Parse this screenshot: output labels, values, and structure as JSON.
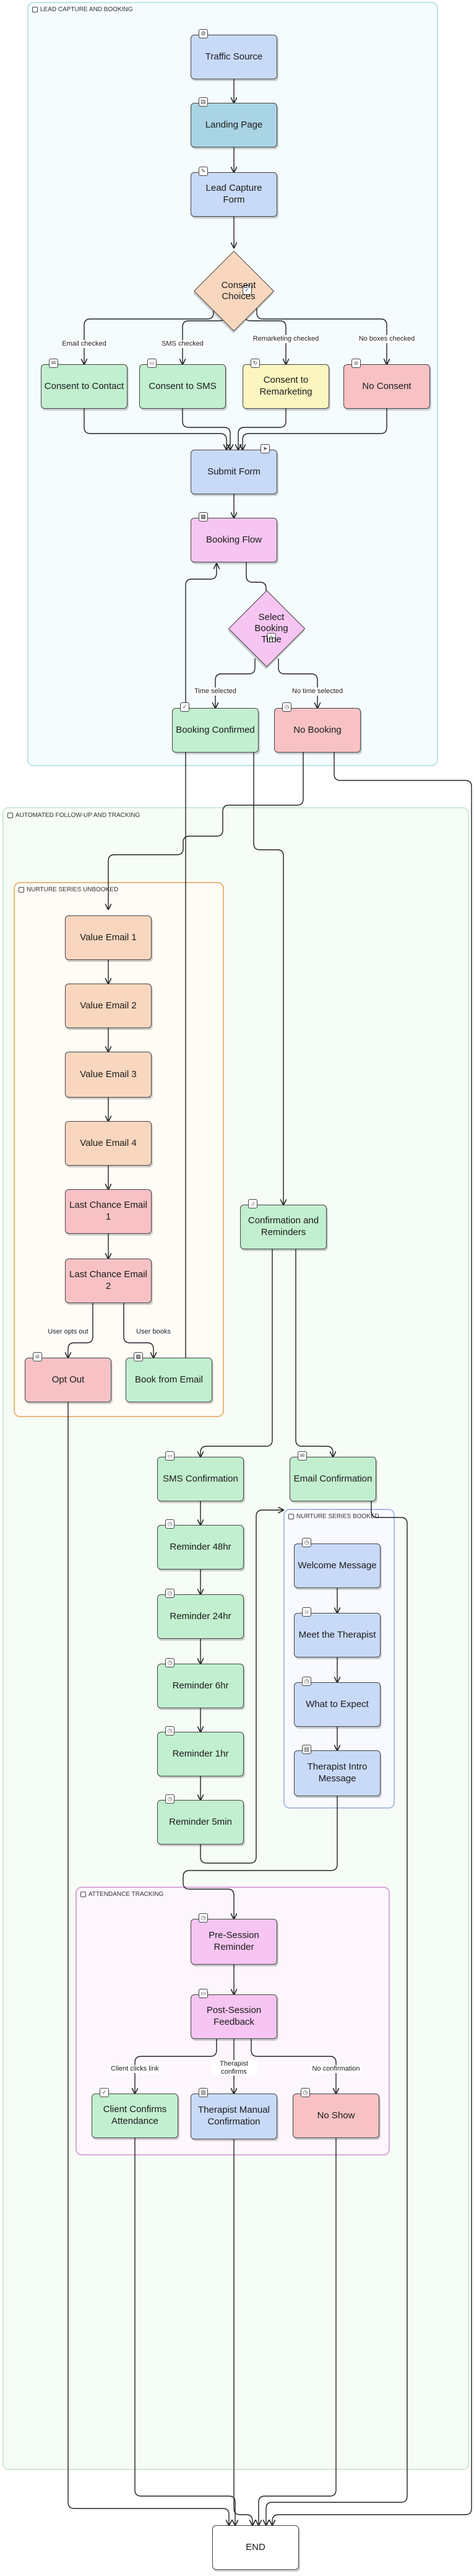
{
  "groups": {
    "lead_capture": "LEAD CAPTURE AND BOOKING",
    "automated": "AUTOMATED FOLLOW-UP AND TRACKING",
    "unbooked": "NURTURE SERIES UNBOOKED",
    "booked": "NURTURE SERIES BOOKED",
    "attendance": "ATTENDANCE TRACKING"
  },
  "nodes": {
    "traffic_source": "Traffic Source",
    "landing_page": "Landing Page",
    "lead_capture_form": "Lead Capture Form",
    "consent_choices": "Consent Choices",
    "consent_contact": "Consent to Contact",
    "consent_sms": "Consent to SMS",
    "consent_remarketing": "Consent to Remarketing",
    "no_consent": "No Consent",
    "submit_form": "Submit Form",
    "booking_flow": "Booking Flow",
    "select_booking_time": "Select Booking Time",
    "booking_confirmed": "Booking Confirmed",
    "no_booking": "No Booking",
    "value_email_1": "Value Email 1",
    "value_email_2": "Value Email 2",
    "value_email_3": "Value Email 3",
    "value_email_4": "Value Email 4",
    "last_chance_1": "Last Chance Email 1",
    "last_chance_2": "Last Chance Email 2",
    "opt_out": "Opt Out",
    "book_from_email": "Book from Email",
    "confirmation_reminders": "Confirmation and Reminders",
    "sms_confirmation": "SMS Confirmation",
    "email_confirmation": "Email Confirmation",
    "reminder_48": "Reminder 48hr",
    "reminder_24": "Reminder 24hr",
    "reminder_6": "Reminder 6hr",
    "reminder_1": "Reminder 1hr",
    "reminder_5min": "Reminder 5min",
    "welcome_message": "Welcome Message",
    "meet_therapist": "Meet the Therapist",
    "what_to_expect": "What to Expect",
    "therapist_intro": "Therapist Intro Message",
    "pre_session": "Pre-Session Reminder",
    "post_session": "Post-Session Feedback",
    "client_confirms": "Client Confirms Attendance",
    "therapist_manual": "Therapist Manual Confirmation",
    "no_show": "No Show",
    "end": "END"
  },
  "edge_labels": {
    "email_checked": "Email checked",
    "sms_checked": "SMS checked",
    "remarketing_checked": "Remarketing checked",
    "no_boxes_checked": "No boxes checked",
    "time_selected": "Time selected",
    "no_time_selected": "No time selected",
    "user_opts_out": "User opts out",
    "user_books": "User books",
    "client_clicks_link": "Client clicks link",
    "therapist_confirms": "Therapist confirms",
    "no_confirmation": "No confirmation"
  },
  "colors": {
    "blue": "#c8daf8",
    "teal": "#a9d4e4",
    "green": "#c2efcf",
    "yellow": "#fbf5bf",
    "red": "#f8c2c5",
    "orange": "#f9d7bf",
    "purple": "#f6c5f1",
    "lead_group_border": "#bfe3ee",
    "automated_group_border": "#cfe9d3",
    "unbooked_group_border": "#e8b87a",
    "booked_group_border": "#a9bde9",
    "attendance_group_border": "#d9a8d8"
  },
  "icons": {
    "traffic_source": "gear-icon",
    "landing_page": "page-icon",
    "lead_capture_form": "form-icon",
    "consent_choices": "check-icon",
    "consent_contact": "mail-icon",
    "consent_sms": "chat-icon",
    "consent_remarketing": "refresh-icon",
    "no_consent": "block-icon",
    "submit_form": "send-icon",
    "booking_flow": "calendar-icon",
    "booking_confirmed": "check-icon",
    "no_booking": "clock-icon",
    "confirmation_reminders": "bell-icon",
    "opt_out": "block-icon",
    "book_from_email": "calendar-icon",
    "reminders": "clock-icon",
    "booked_nurture": "heart-icon",
    "meet_therapist": "user-icon",
    "attendance": "clipboard-icon"
  }
}
